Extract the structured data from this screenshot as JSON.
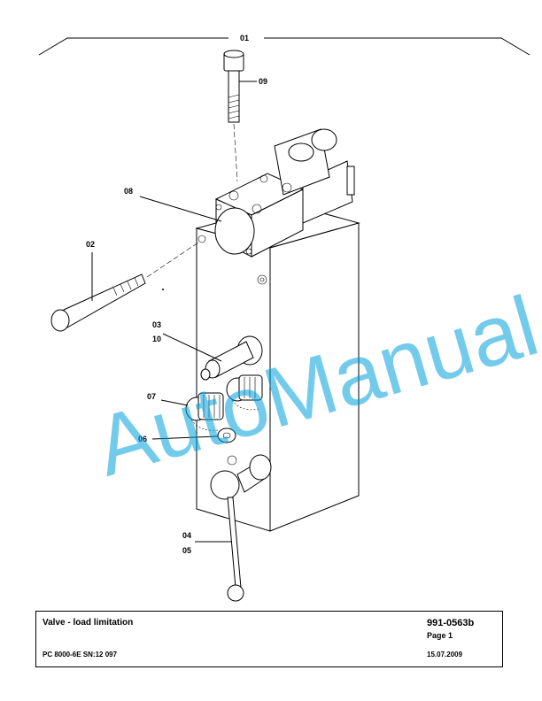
{
  "callouts": {
    "c01": "01",
    "c09": "09",
    "c08": "08",
    "c02": "02",
    "c03": "03",
    "c10": "10",
    "c07": "07",
    "c06": "06",
    "c04": "04",
    "c05": "05"
  },
  "watermark": "AutoManual",
  "title_block": {
    "title": "Valve - load limitation",
    "model": "PC 8000-6E SN:12 097",
    "doc_number": "991-0563b",
    "page": "Page 1",
    "date": "15.07.2009"
  }
}
